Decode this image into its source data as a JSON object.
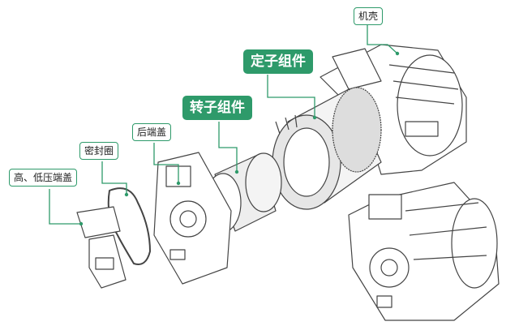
{
  "colors": {
    "accent": "#2e9a6a",
    "line": "#555555"
  },
  "labels": {
    "housing": "机壳",
    "stator": "定子组件",
    "rotor": "转子组件",
    "rear_cover": "后端盖",
    "seal_ring": "密封圈",
    "hv_lv_cover": "高、低压端盖"
  }
}
